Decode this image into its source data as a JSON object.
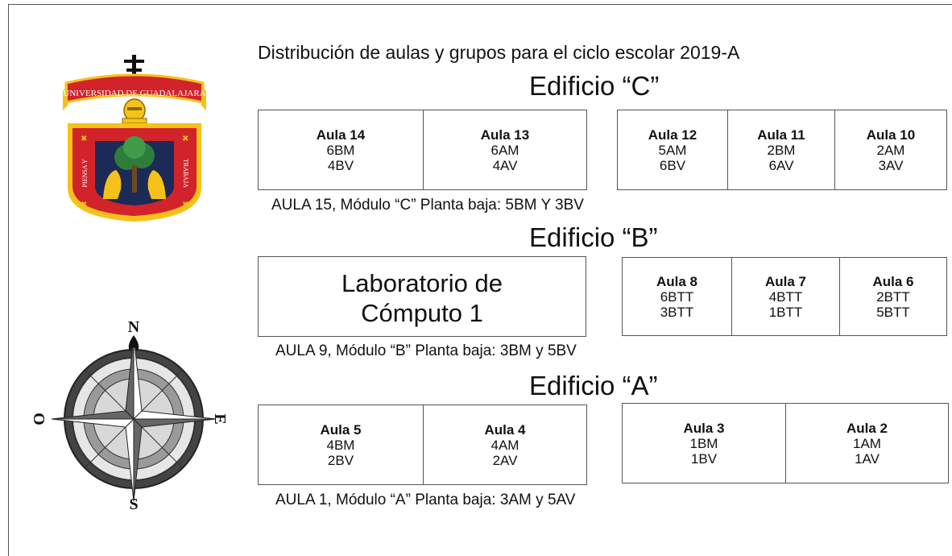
{
  "title": "Distribución de aulas y grupos para el ciclo escolar 2019-A",
  "logo": {
    "text": "UNIVERSIDAD DE GUADALAJARA",
    "left_motto": "PIENSA Y",
    "right_motto": "TRABAJA"
  },
  "compass": {
    "n": "N",
    "s": "S",
    "e": "E",
    "w": "O"
  },
  "colors": {
    "red": "#d2232a",
    "gold": "#f6c21a",
    "navy": "#1b2a57",
    "green": "#2e7d3a"
  },
  "buildings": [
    {
      "name": "Edificio “C”",
      "groups": [
        [
          {
            "aula": "Aula 14",
            "g1": "6BM",
            "g2": "4BV"
          },
          {
            "aula": "Aula 13",
            "g1": "6AM",
            "g2": "4AV"
          }
        ],
        [
          {
            "aula": "Aula 12",
            "g1": "5AM",
            "g2": "6BV"
          },
          {
            "aula": "Aula 11",
            "g1": "2BM",
            "g2": "6AV"
          },
          {
            "aula": "Aula 10",
            "g1": "2AM",
            "g2": "3AV"
          }
        ]
      ],
      "note": "AULA 15, Módulo “C” Planta baja: 5BM Y 3BV"
    },
    {
      "name": "Edificio “B”",
      "lab": {
        "line1": "Laboratorio de",
        "line2": "Cómputo 1"
      },
      "groups": [
        [
          {
            "aula": "Aula 8",
            "g1": "6BTT",
            "g2": "3BTT"
          },
          {
            "aula": "Aula 7",
            "g1": "4BTT",
            "g2": "1BTT"
          },
          {
            "aula": "Aula 6",
            "g1": "2BTT",
            "g2": "5BTT"
          }
        ]
      ],
      "note": "AULA 9, Módulo “B” Planta baja: 3BM y 5BV"
    },
    {
      "name": "Edificio “A”",
      "groups": [
        [
          {
            "aula": "Aula 5",
            "g1": "4BM",
            "g2": "2BV"
          },
          {
            "aula": "Aula 4",
            "g1": "4AM",
            "g2": "2AV"
          }
        ],
        [
          {
            "aula": "Aula 3",
            "g1": "1BM",
            "g2": "1BV"
          },
          {
            "aula": "Aula 2",
            "g1": "1AM",
            "g2": "1AV"
          }
        ]
      ],
      "note": "AULA 1, Módulo “A” Planta baja: 3AM y 5AV"
    }
  ]
}
